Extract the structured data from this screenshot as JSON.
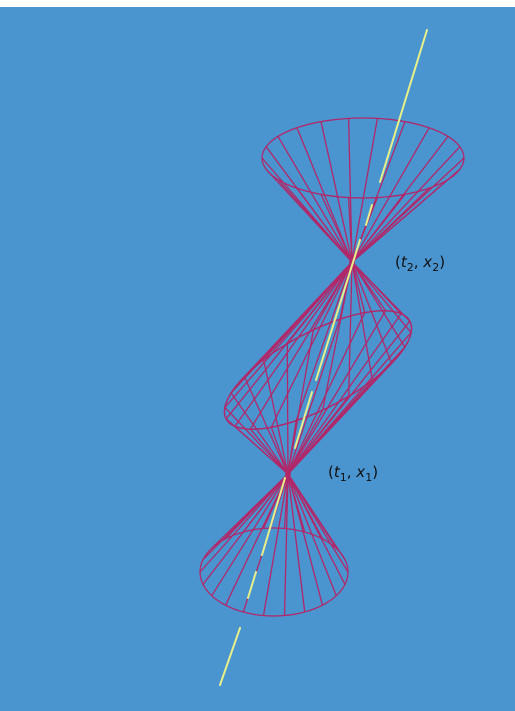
{
  "colors": {
    "background": "#4a95d0",
    "cone": "#b0286a",
    "worldline": "#e8f08a",
    "label": "#111111"
  },
  "labels": {
    "event_2": {
      "open": "(",
      "t": "t",
      "t_sub": "2",
      "sep": ", ",
      "x": "x",
      "x_sub": "2",
      "close": ")"
    },
    "event_1": {
      "open": "(",
      "t": "t",
      "t_sub": "1",
      "sep": ", ",
      "x": "x",
      "x_sub": "1",
      "close": ")"
    }
  }
}
